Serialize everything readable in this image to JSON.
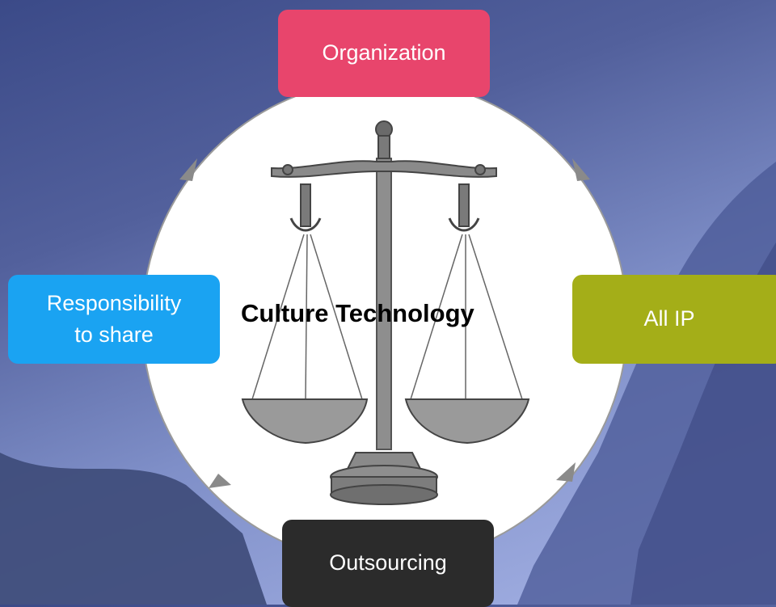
{
  "diagram": {
    "center_label": "Culture Technology",
    "nodes": {
      "top": "Organization",
      "right": "All IP",
      "bottom": "Outsourcing",
      "left_line1": "Responsibility",
      "left_line2": "to share"
    }
  },
  "colors": {
    "top_box": "#e8456c",
    "left_box": "#1aa3f2",
    "right_box": "#a4ae18",
    "bottom_box": "#2b2b2b",
    "circle": "#ffffff"
  }
}
